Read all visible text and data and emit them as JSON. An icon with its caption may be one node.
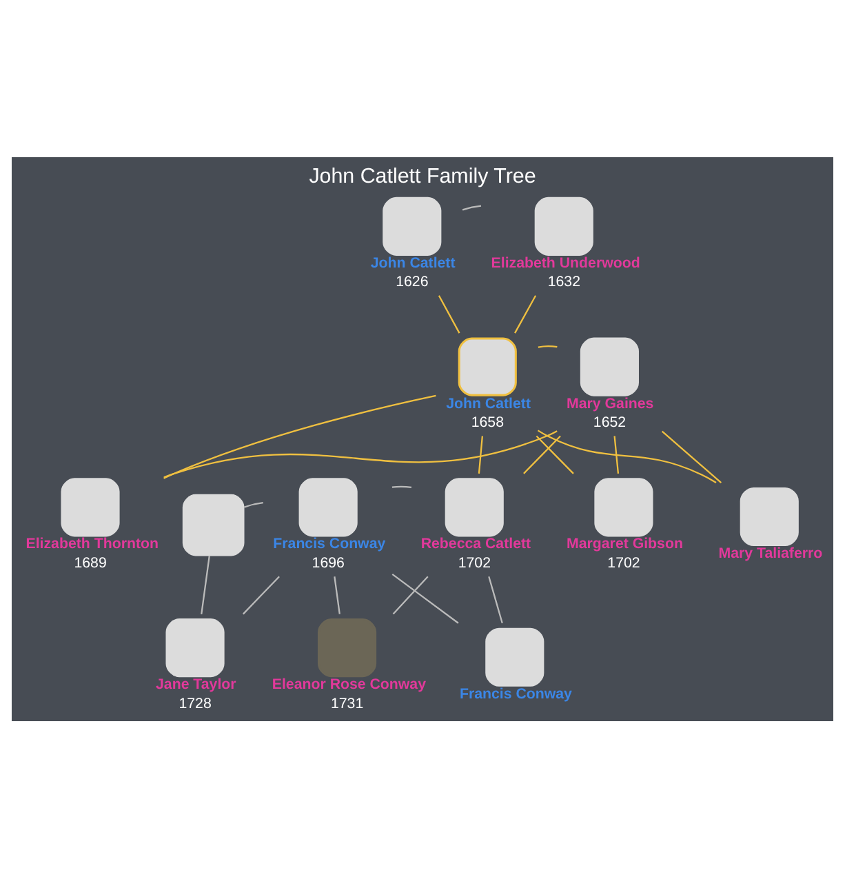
{
  "diagram": {
    "title": "John Catlett Family Tree",
    "nodes": [
      {
        "text": [
          "John Catlett",
          "1626"
        ]
      },
      {
        "text": [
          "Elizabeth Underwood",
          "1632"
        ]
      },
      {
        "text": [
          "John Catlett",
          "1658"
        ]
      },
      {
        "text": [
          "Mary Gaines",
          "1652"
        ]
      },
      {
        "text": [
          "Elizabeth Thornton",
          "1689"
        ]
      },
      {
        "text": [],
        "shape": "box"
      },
      {
        "text": [
          "Francis Conway",
          "1696"
        ]
      },
      {
        "text": [
          "Rebecca Catlett",
          "1702"
        ]
      },
      {
        "text": [
          "Margaret Gibson",
          "1702"
        ]
      },
      {
        "text": [
          "Mary Taliaferro"
        ]
      },
      {
        "text": [
          "Jane Taylor",
          "1728"
        ]
      },
      {
        "text": [
          "Eleanor Rose Conway",
          "1731"
        ]
      },
      {
        "text": [
          "Francis Conway"
        ]
      }
    ],
    "edges": [
      {
        "from": 0,
        "to": 1,
        "arrow": "none",
        "color": "#bbbbbb"
      },
      {
        "from": 0,
        "to": 2,
        "arrow": "none"
      },
      {
        "from": 1,
        "to": 2,
        "arrow": "none"
      },
      {
        "from": 2,
        "to": 3,
        "arrow": "none"
      },
      {
        "from": 2,
        "to": 4,
        "arrow": "none"
      },
      {
        "from": 3,
        "to": 4,
        "arrow": "none"
      },
      {
        "from": 2,
        "to": 7,
        "arrow": "none"
      },
      {
        "from": 3,
        "to": 7,
        "arrow": "none"
      },
      {
        "from": 2,
        "to": 8,
        "arrow": "none"
      },
      {
        "from": 3,
        "to": 8,
        "arrow": "none"
      },
      {
        "from": 2,
        "to": 9,
        "arrow": "none"
      },
      {
        "from": 3,
        "to": 9,
        "arrow": "none"
      },
      {
        "from": 5,
        "to": 6,
        "arrow": "none",
        "color": "#bbbbbb"
      },
      {
        "from": 6,
        "to": 7,
        "arrow": "none",
        "color": "#bbbbbb"
      },
      {
        "from": 5,
        "to": 10,
        "arrow": "none",
        "color": "#bbbbbb"
      },
      {
        "from": 6,
        "to": 10,
        "arrow": "none",
        "color": "#bbbbbb"
      },
      {
        "from": 6,
        "to": 11,
        "arrow": "none",
        "color": "#bbbbbb"
      },
      {
        "from": 7,
        "to": 11,
        "arrow": "none",
        "color": "#bbbbbb"
      },
      {
        "from": 6,
        "to": 12,
        "arrow": "none",
        "color": "#bbbbbb"
      },
      {
        "from": 7,
        "to": 12,
        "arrow": "none",
        "color": "#bbbbbb"
      }
    ]
  }
}
